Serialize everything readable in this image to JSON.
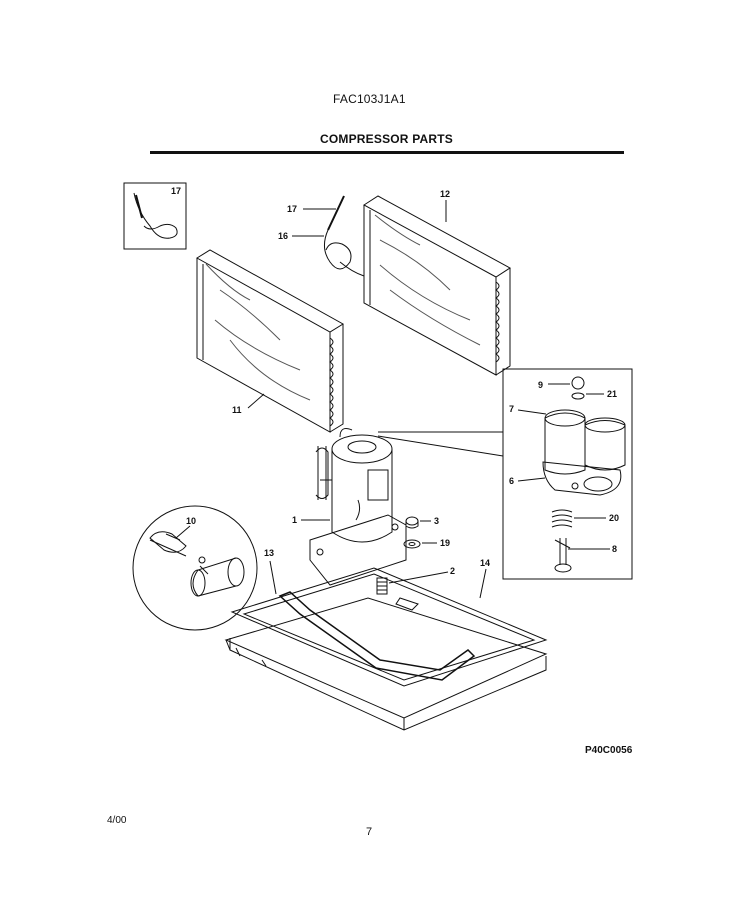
{
  "header": {
    "model": "FAC103J1A1",
    "title": "COMPRESSOR PARTS"
  },
  "footer": {
    "figure_code": "P40C0056",
    "date": "4/00",
    "page_number": "7"
  },
  "callouts": {
    "c1": "1",
    "c2": "2",
    "c3": "3",
    "c6": "6",
    "c7": "7",
    "c8": "8",
    "c9": "9",
    "c10": "10",
    "c11": "11",
    "c12": "12",
    "c13": "13",
    "c14": "14",
    "c16": "16",
    "c17a": "17",
    "c17b": "17",
    "c19": "19",
    "c20": "20",
    "c21": "21"
  }
}
